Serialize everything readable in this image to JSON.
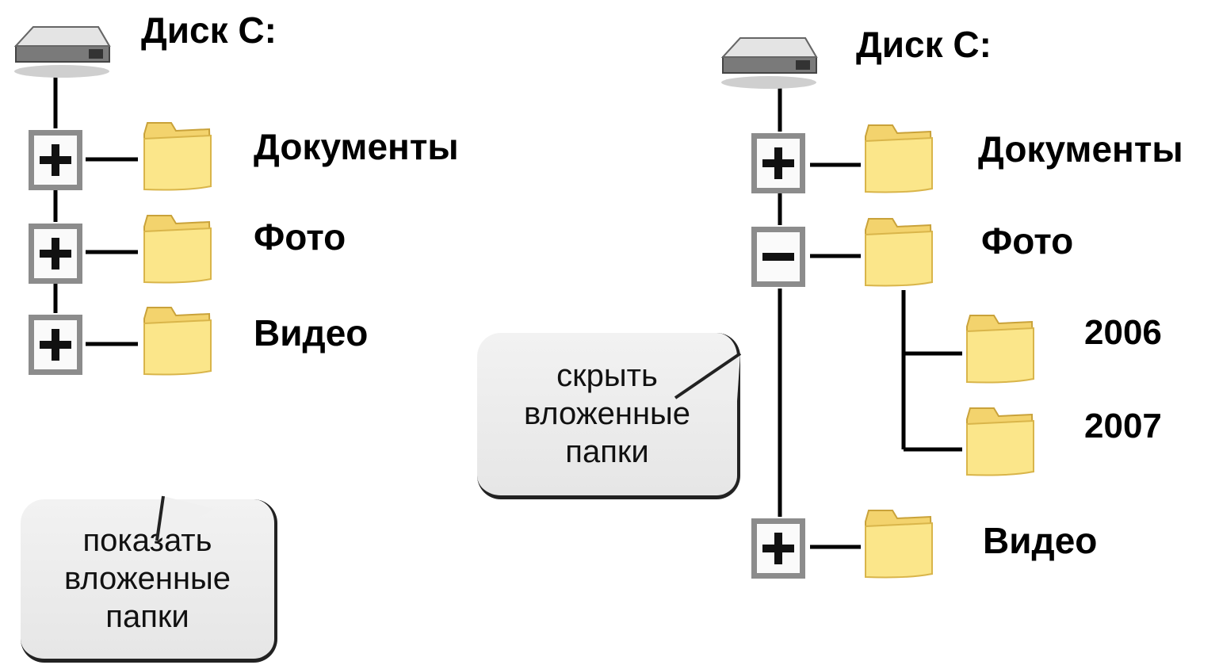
{
  "left_tree": {
    "drive_label": "Диск C:",
    "folders": [
      {
        "label": "Документы",
        "toggle": "+"
      },
      {
        "label": "Фото",
        "toggle": "+"
      },
      {
        "label": "Видео",
        "toggle": "+"
      }
    ]
  },
  "right_tree": {
    "drive_label": "Диск C:",
    "folders": [
      {
        "label": "Документы",
        "toggle": "+"
      },
      {
        "label": "Фото",
        "toggle": "−",
        "children": [
          {
            "label": "2006"
          },
          {
            "label": "2007"
          }
        ]
      },
      {
        "label": "Видео",
        "toggle": "+"
      }
    ]
  },
  "callouts": {
    "show": {
      "lines": [
        "показать",
        "вложенные",
        "папки"
      ]
    },
    "hide": {
      "lines": [
        "скрыть",
        "вложенные",
        "папки"
      ]
    }
  },
  "colors": {
    "folder_fill": "#fbe68a",
    "folder_edge": "#d9b54a",
    "toggle_frame": "#8c8c8c",
    "connector": "#000000",
    "callout_fill": "#eeeeee"
  }
}
